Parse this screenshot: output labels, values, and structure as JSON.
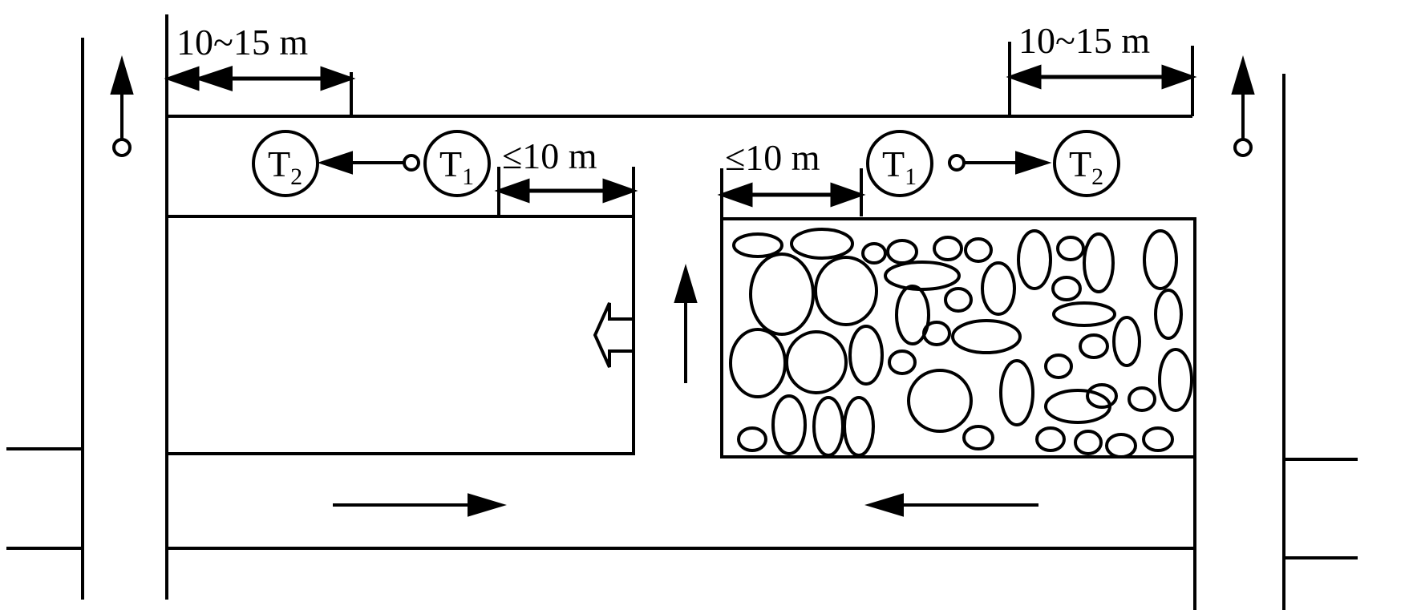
{
  "labels": {
    "dim_top_left": "10~15 m",
    "dim_top_right": "10~15 m",
    "dim_mid_left": "≤10 m",
    "dim_mid_right": "≤10 m",
    "circle_T": "T",
    "sub_1": "1",
    "sub_2": "2"
  },
  "colors": {
    "line": "#000000",
    "background": "#ffffff"
  }
}
